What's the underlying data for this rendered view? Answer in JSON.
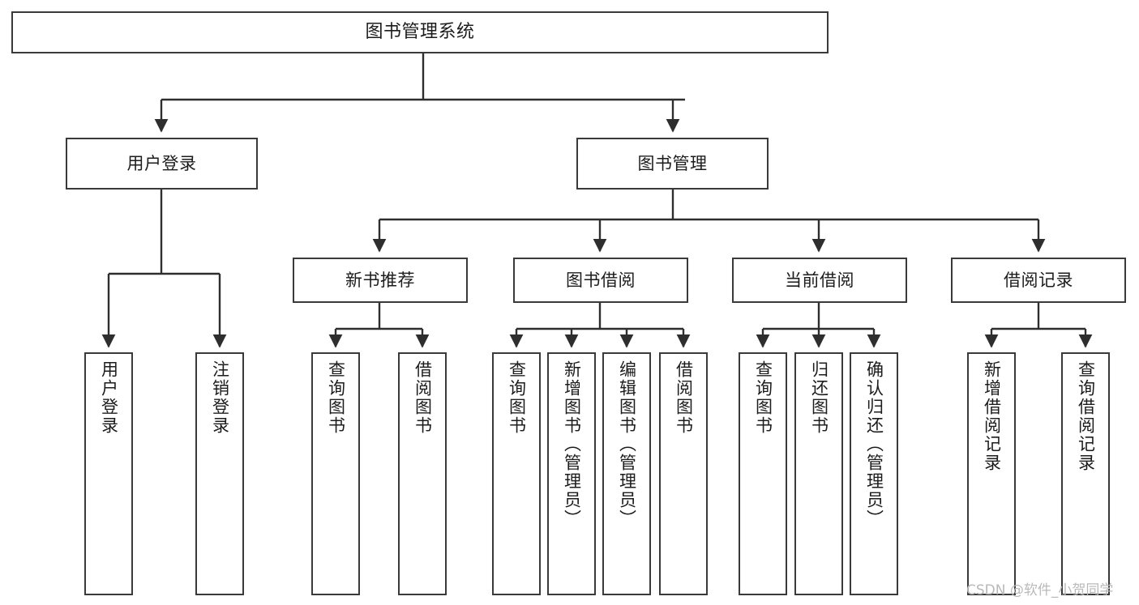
{
  "diagram": {
    "title": "图书管理系统",
    "type": "tree",
    "background_color": "#ffffff",
    "line_color": "#3a3a3a",
    "box_fill": "#ffffff",
    "text_color": "#1c1c1c"
  },
  "nodes": {
    "root": {
      "label": "图书管理系统"
    },
    "level2": [
      {
        "label": "用户登录"
      },
      {
        "label": "图书管理"
      }
    ],
    "level3": [
      {
        "label": "新书推荐"
      },
      {
        "label": "图书借阅"
      },
      {
        "label": "当前借阅"
      },
      {
        "label": "借阅记录"
      }
    ],
    "leaves": {
      "user_login": [
        {
          "label": "用户登录"
        },
        {
          "label": "注销登录"
        }
      ],
      "new_book": [
        {
          "label": "查询图书"
        },
        {
          "label": "借阅图书"
        }
      ],
      "book_borrow": [
        {
          "label": "查询图书"
        },
        {
          "label": "新增图书（管理员）"
        },
        {
          "label": "编辑图书（管理员）"
        },
        {
          "label": "借阅图书"
        }
      ],
      "current_borrow": [
        {
          "label": "查询图书"
        },
        {
          "label": "归还图书"
        },
        {
          "label": "确认归还（管理员）"
        }
      ],
      "borrow_record": [
        {
          "label": "新增借阅记录"
        },
        {
          "label": "查询借阅记录"
        }
      ]
    }
  },
  "watermark": {
    "text": "CSDN @软件_小贺同学",
    "color": "#b9b9b9"
  }
}
